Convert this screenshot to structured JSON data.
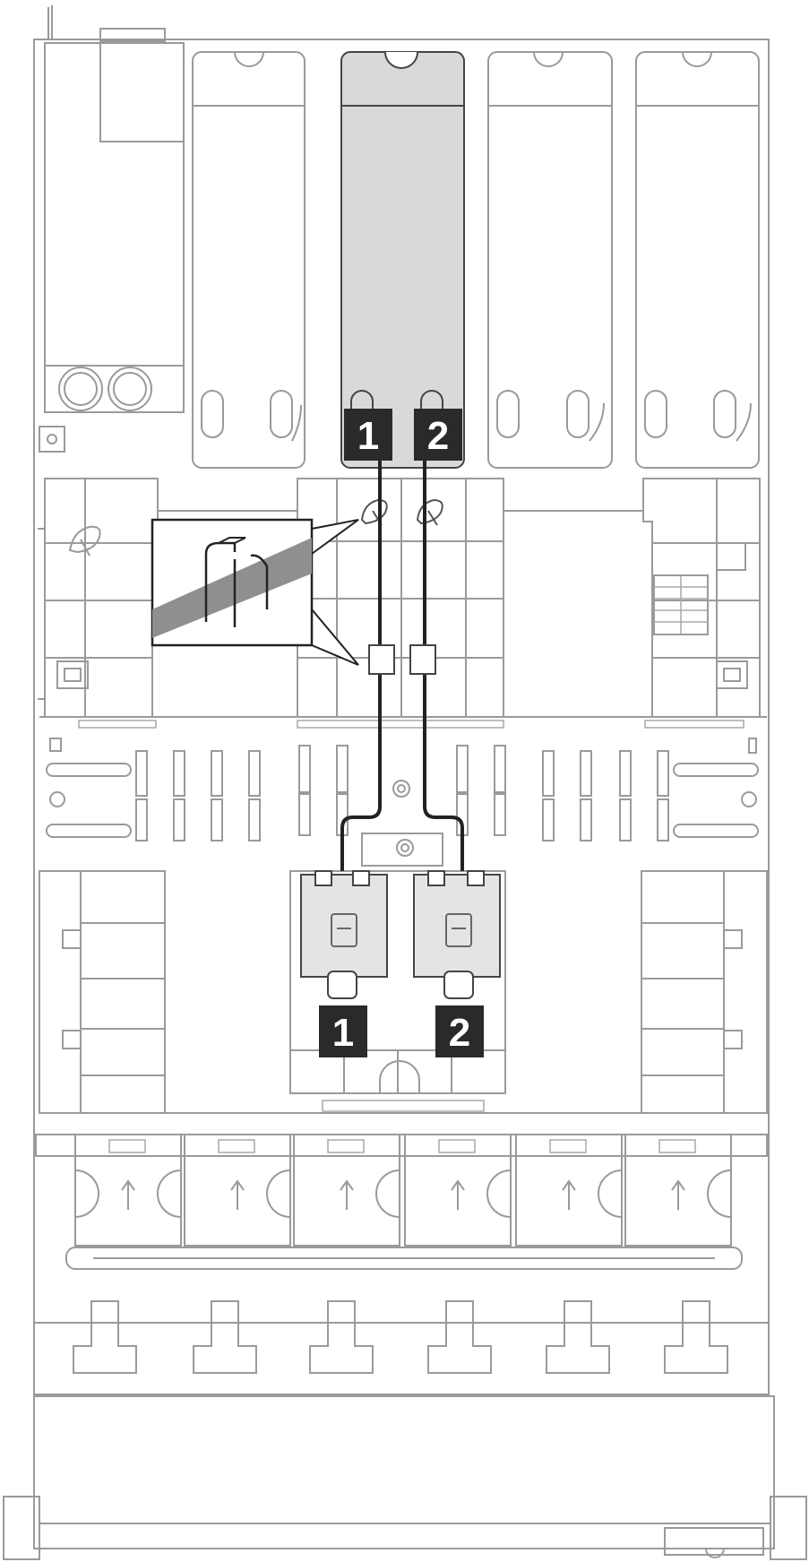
{
  "callouts": {
    "top_1": "1",
    "top_2": "2",
    "bottom_1": "1",
    "bottom_2": "2"
  },
  "colors": {
    "outline": "#9a9a9a",
    "cable": "#222222",
    "callout_bg": "#2a2a2a",
    "callout_text": "#ffffff",
    "shaded_module": "#d9d9d9",
    "shaded_brackets": "#e4e4e4"
  },
  "icons": [
    "cable-clip-icon",
    "airflow-arrow-icon",
    "screw-icon"
  ]
}
